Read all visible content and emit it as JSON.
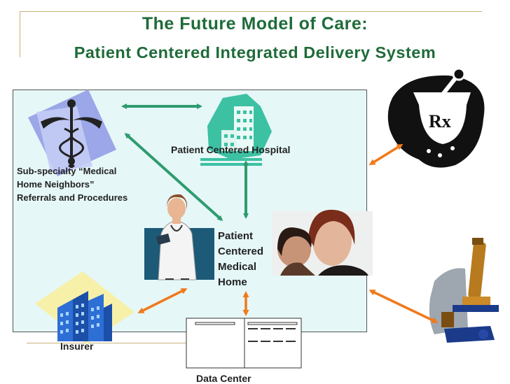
{
  "title_line1": "The Future Model of Care:",
  "title_line2": "Patient Centered Integrated Delivery System",
  "nodes": {
    "hospital": "Patient Centered Hospital",
    "subspecialty_line1": "Sub-specialty “Medical",
    "subspecialty_line2": "Home Neighbors”",
    "subspecialty_line3": "Referrals and Procedures",
    "medical_home_line1": "Patient",
    "medical_home_line2": "Centered",
    "medical_home_line3": "Medical",
    "medical_home_line4": "Home",
    "insurer": "Insurer",
    "data_center": "Data Center",
    "pharmacy_symbol": "Rx"
  },
  "colors": {
    "title": "#1f6b39",
    "green_arrow": "#2e9c70",
    "orange_arrow": "#f07a1a",
    "panel": "#e6f7f7"
  },
  "icons": [
    "caduceus-icon",
    "hospital-building-icon",
    "doctor-figure",
    "mother-child-photo",
    "insurer-building-icon",
    "data-center-icon",
    "mortar-pestle-icon",
    "microscope-icon"
  ]
}
